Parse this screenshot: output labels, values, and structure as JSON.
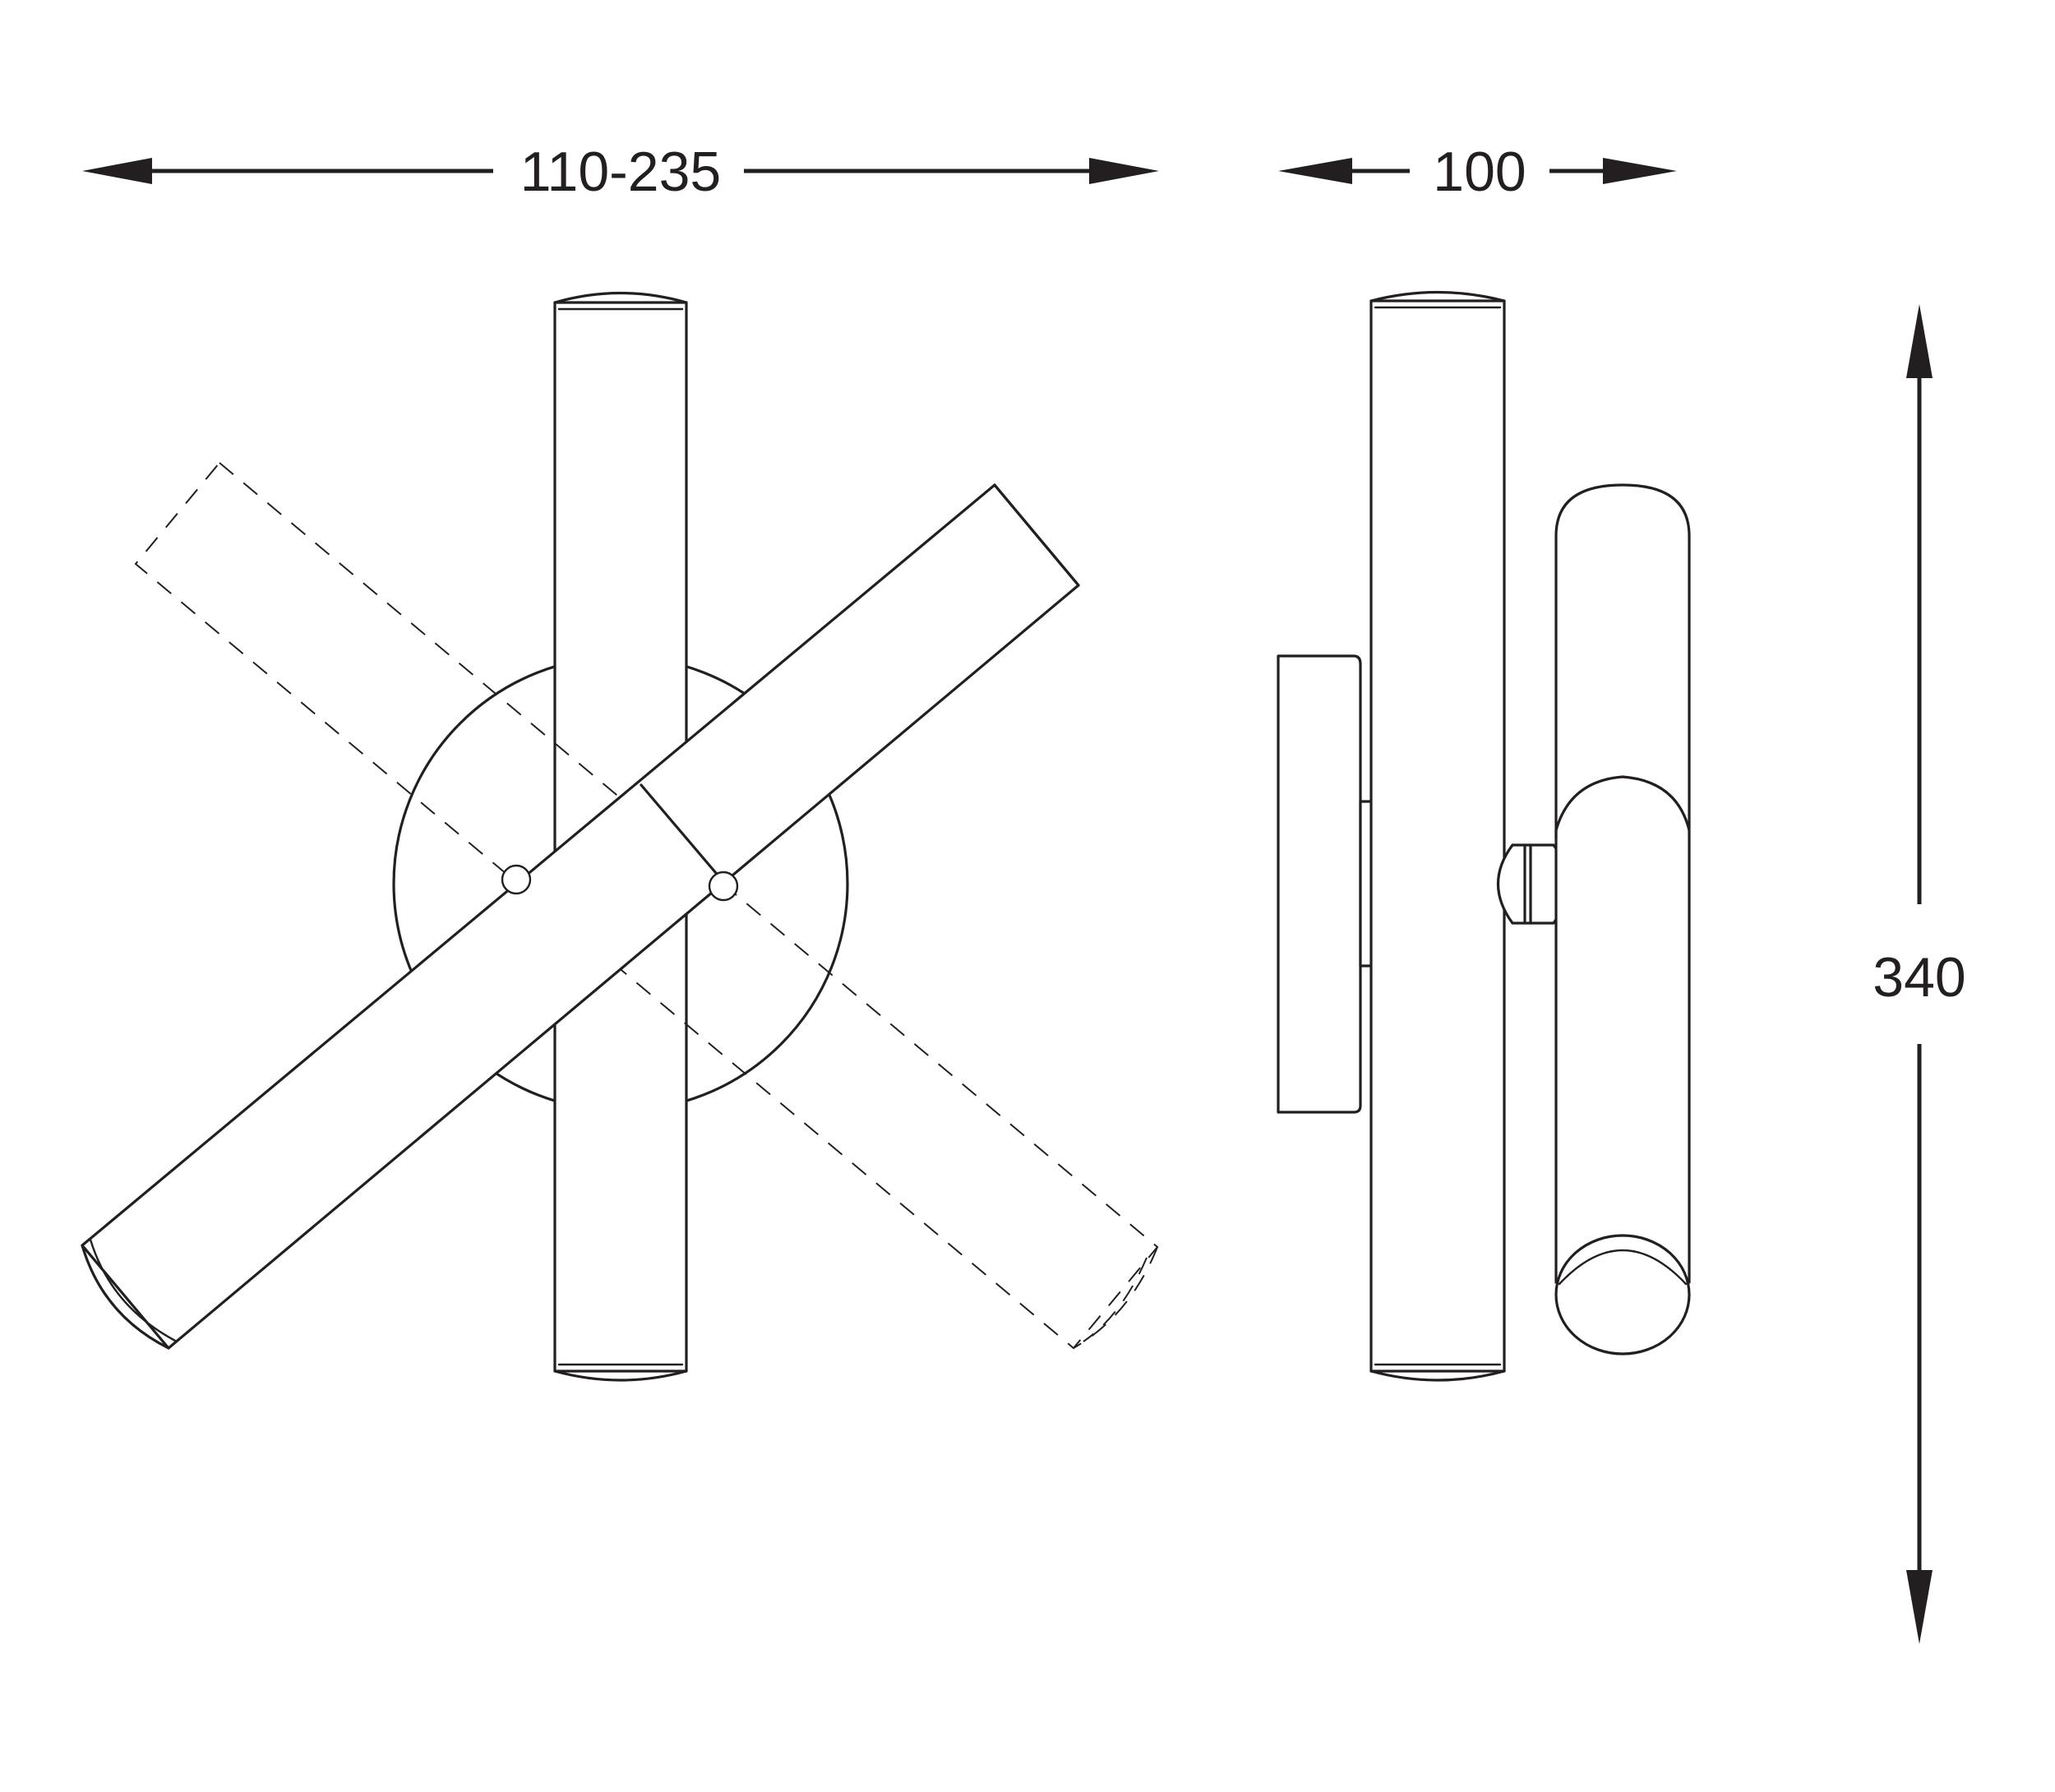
{
  "dimensions": {
    "width_label": "110-235",
    "depth_label": "100",
    "height_label": "340"
  }
}
